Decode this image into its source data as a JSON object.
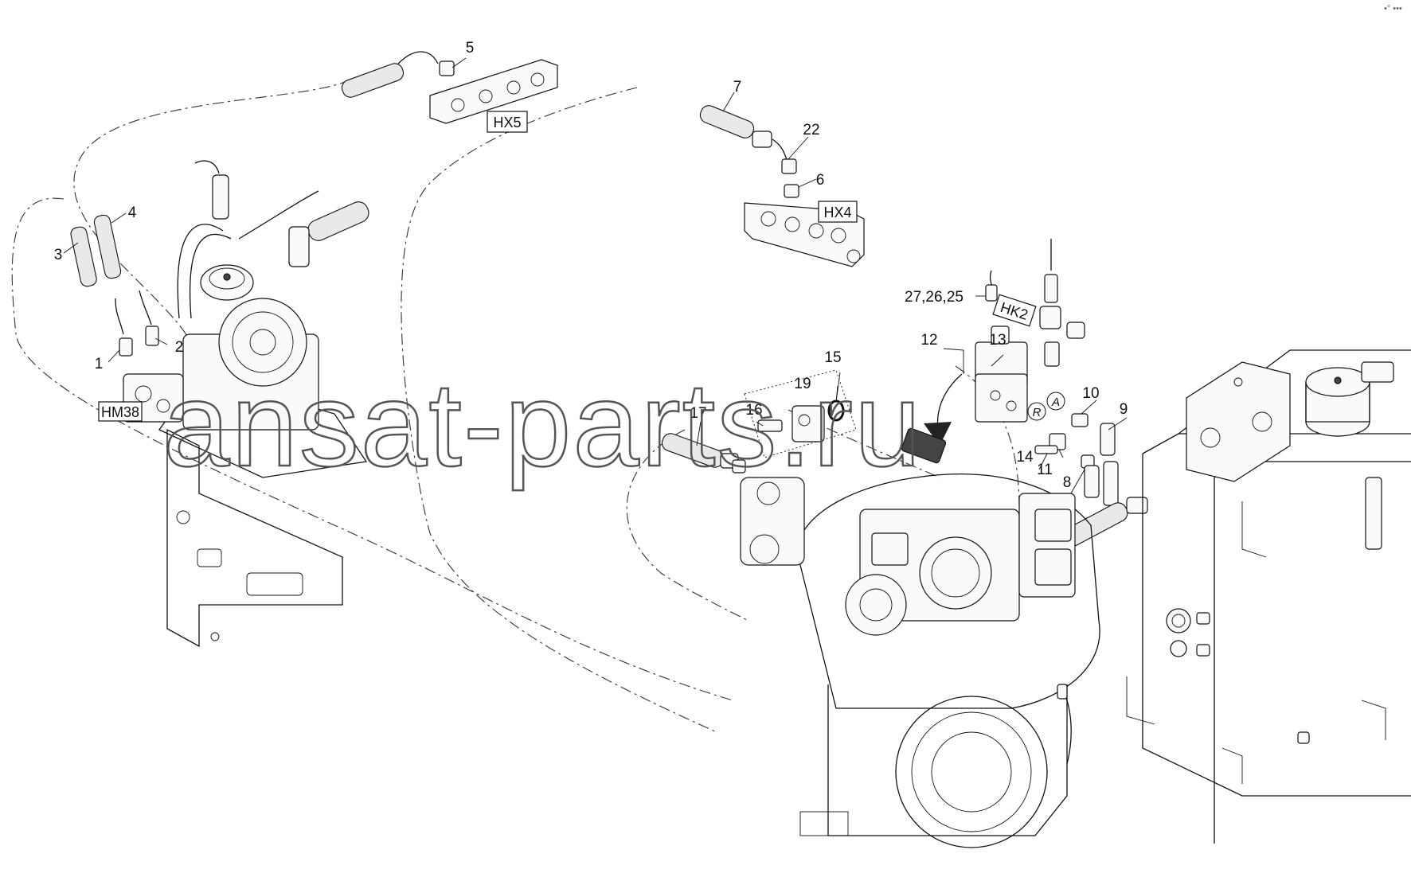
{
  "corner_mark": "•° •••",
  "watermark": "ansat-parts.ru",
  "tags": {
    "hm38": "HM38",
    "hx5": "HX5",
    "hx4": "HX4",
    "hk2": "HK2",
    "port_r": "R",
    "port_a": "A"
  },
  "callouts": {
    "c1": "1",
    "c2": "2",
    "c3": "3",
    "c4": "4",
    "c5": "5",
    "c6": "6",
    "c7": "7",
    "c8": "8",
    "c9": "9",
    "c10": "10",
    "c11": "11",
    "c12": "12",
    "c13": "13",
    "c14": "14",
    "c15": "15",
    "c16": "16",
    "c17": "17",
    "c19": "19",
    "c22": "22",
    "c25": "27,26,25"
  }
}
